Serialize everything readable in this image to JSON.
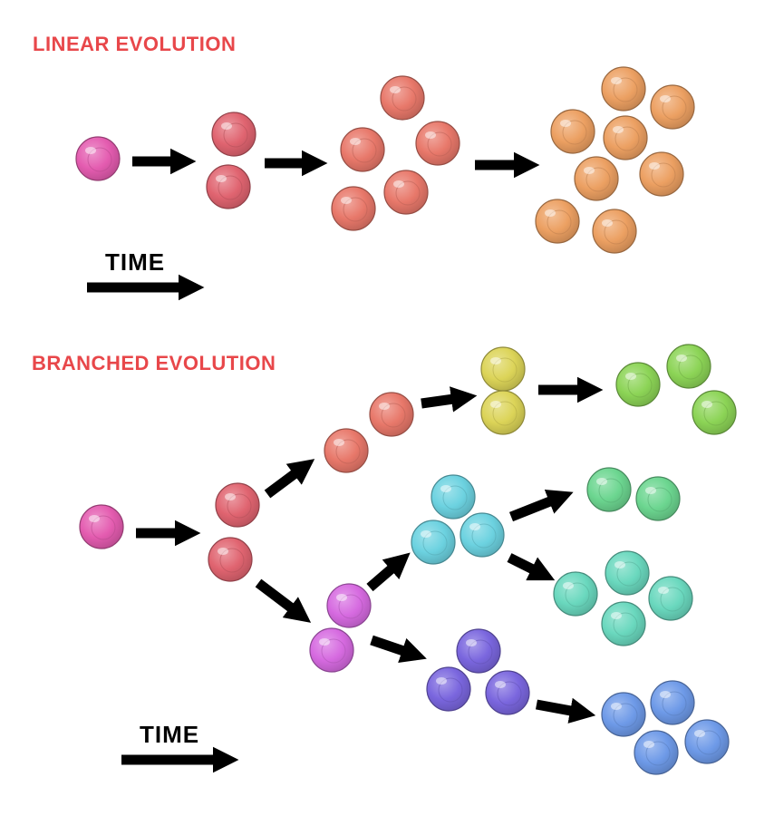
{
  "linear": {
    "title": "LINEAR EVOLUTION",
    "time_label": "TIME"
  },
  "branched": {
    "title": "BRANCHED EVOLUTION",
    "time_label": "TIME"
  },
  "colors": {
    "title": "#e8474a",
    "pink": "#e45cb0",
    "red": "#e06470",
    "salmon": "#e8786a",
    "orange": "#eca062",
    "yellow": "#dcd458",
    "lime": "#8cd456",
    "cyan": "#6cd2e0",
    "green": "#6cd690",
    "teal": "#6ad8be",
    "magenta": "#d66ae0",
    "purple": "#7a66de",
    "blue": "#6e9ae8",
    "arrow": "#000000"
  }
}
